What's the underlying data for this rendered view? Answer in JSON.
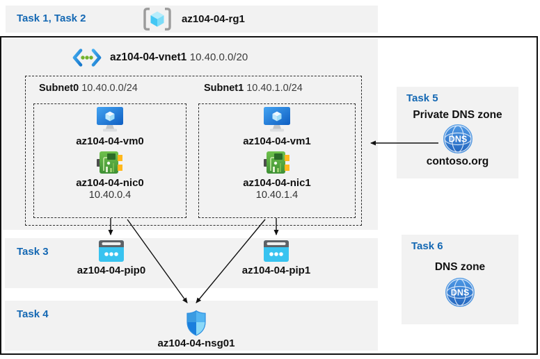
{
  "header": {
    "tasks_label": "Task 1, Task 2",
    "rg_name": "az104-04-rg1"
  },
  "vnet": {
    "name": "az104-04-vnet1",
    "cidr": "10.40.0.0/20",
    "subnets": [
      {
        "name": "Subnet0",
        "cidr": "10.40.0.0/24",
        "vm_name": "az104-04-vm0",
        "nic_name": "az104-04-nic0",
        "nic_ip": "10.40.0.4"
      },
      {
        "name": "Subnet1",
        "cidr": "10.40.1.0/24",
        "vm_name": "az104-04-vm1",
        "nic_name": "az104-04-nic1",
        "nic_ip": "10.40.1.4"
      }
    ]
  },
  "task3": {
    "label": "Task 3",
    "pip0_name": "az104-04-pip0",
    "pip1_name": "az104-04-pip1"
  },
  "task4": {
    "label": "Task 4",
    "nsg_name": "az104-04-nsg01"
  },
  "task5": {
    "label": "Task 5",
    "title": "Private DNS zone",
    "zone_name": "contoso.org",
    "dns_icon_text": "DNS"
  },
  "task6": {
    "label": "Task 6",
    "title": "DNS zone",
    "dns_icon_text": "DNS"
  },
  "icons": {
    "resource_group": "bracketed-cube",
    "vnet": "angle-brackets-with-dots",
    "vm": "monitor-with-cube",
    "nic": "green-network-card",
    "public_ip": "cyan-address-card",
    "nsg": "blue-quadrant-shield",
    "dns": "blue-globe-dns"
  },
  "colors": {
    "accent_blue": "#1468b3",
    "band_gray": "#f2f2f2",
    "dns_blue": "#2e77cf",
    "nic_green": "#4f9f3c",
    "pip_cyan": "#38c3f0",
    "vm_blue": "#1f74d4",
    "nsg_blue": "#2e8fe0",
    "border_black": "#101010"
  }
}
